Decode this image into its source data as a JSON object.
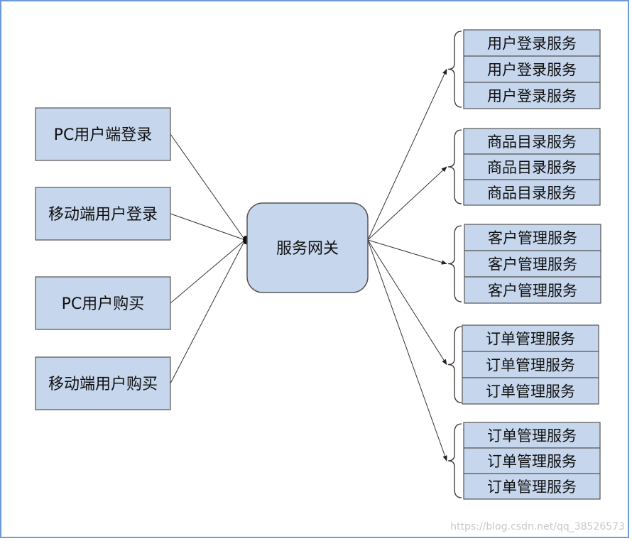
{
  "gateway": {
    "label": "服务网关"
  },
  "clients": [
    {
      "label": "PC用户端登录"
    },
    {
      "label": "移动端用户登录"
    },
    {
      "label": "PC用户购买"
    },
    {
      "label": "移动端用户购买"
    }
  ],
  "service_groups": [
    {
      "items": [
        "用户登录服务",
        "用户登录服务",
        "用户登录服务"
      ]
    },
    {
      "items": [
        "商品目录服务",
        "商品目录服务",
        "商品目录服务"
      ]
    },
    {
      "items": [
        "客户管理服务",
        "客户管理服务",
        "客户管理服务"
      ]
    },
    {
      "items": [
        "订单管理服务",
        "订单管理服务",
        "订单管理服务"
      ]
    },
    {
      "items": [
        "订单管理服务",
        "订单管理服务",
        "订单管理服务"
      ]
    }
  ],
  "watermark": "https://blog.csdn.net/qq_38526573",
  "colors": {
    "box_fill": "#c6d6ec",
    "box_stroke": "#555555",
    "frame": "#6c9ad6"
  }
}
